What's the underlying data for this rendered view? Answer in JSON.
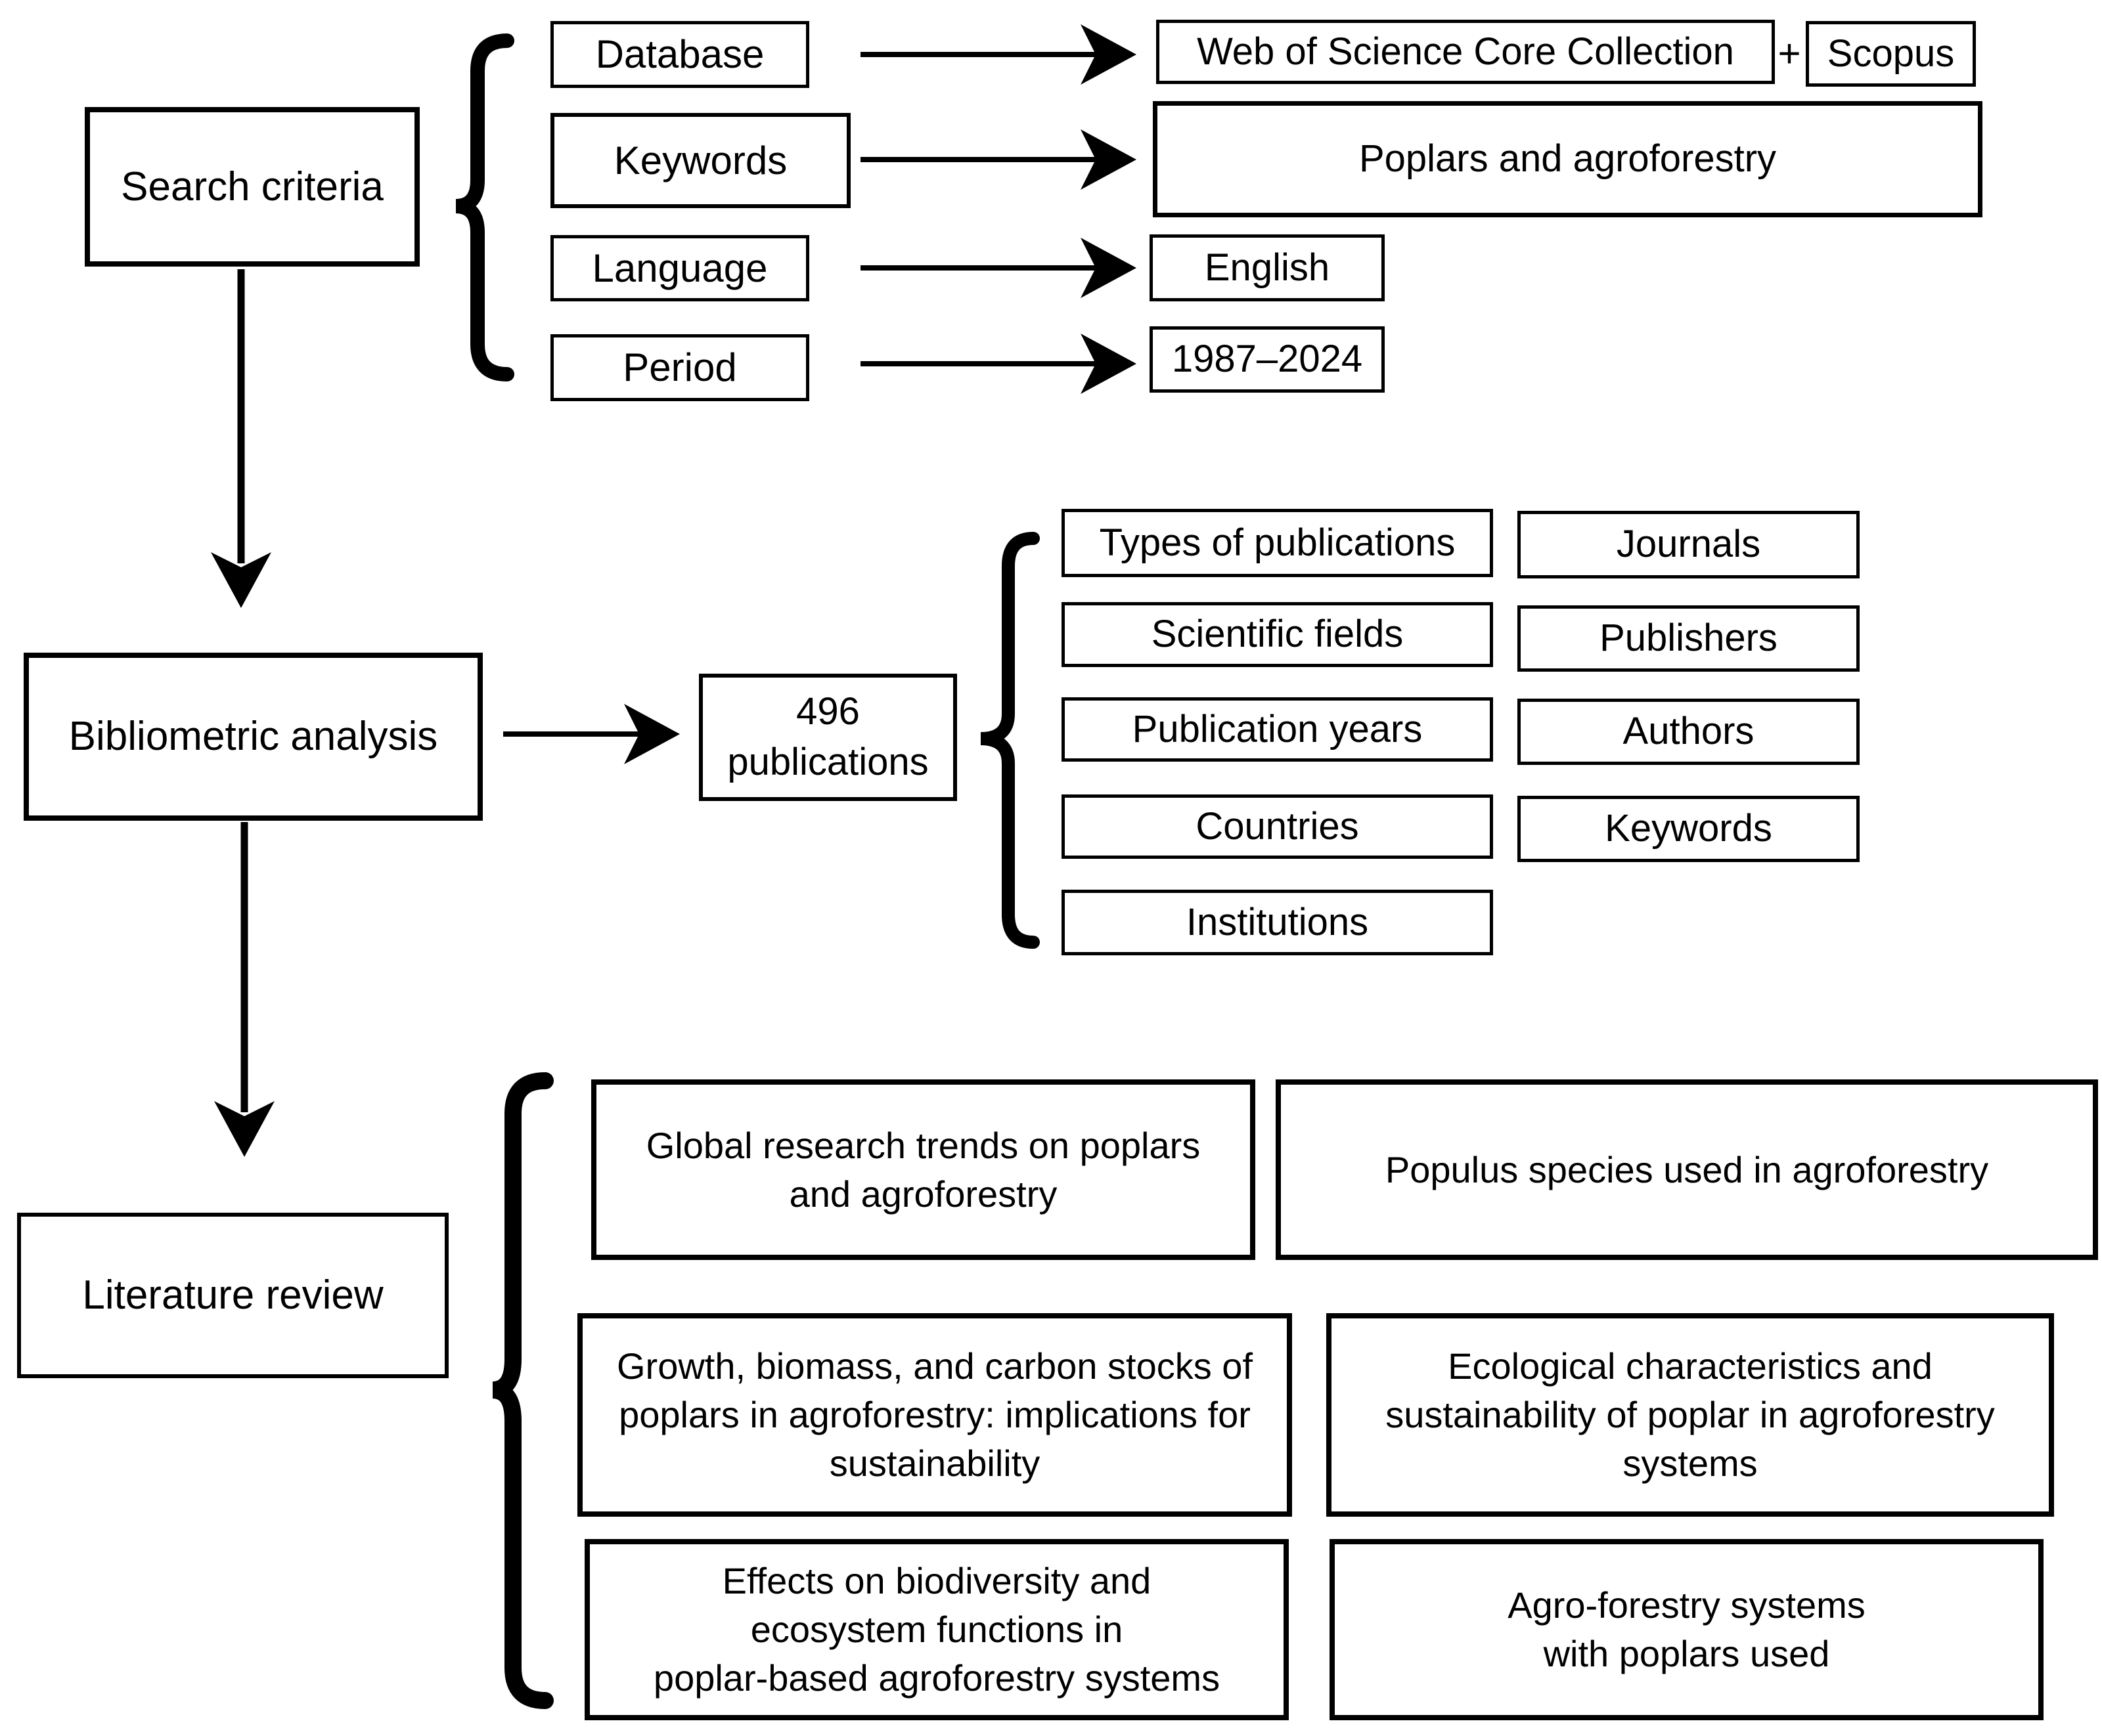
{
  "canvas": {
    "bg": "#ffffff",
    "ink": "#000000"
  },
  "figure": {
    "search_criteria": {
      "label": "Search criteria"
    },
    "criteria": [
      {
        "label": "Database",
        "value": "Web of Science Core Collection",
        "joiner": "+",
        "value2": "Scopus"
      },
      {
        "label": "Keywords",
        "value": "Poplars and agroforestry"
      },
      {
        "label": "Language",
        "value": "English"
      },
      {
        "label": "Period",
        "value": "1987–2024"
      }
    ],
    "bibliometric": {
      "label": "Bibliometric analysis",
      "result": "496\npublications",
      "aspects_left": [
        "Types of publications",
        "Scientific fields",
        "Publication years",
        "Countries",
        "Institutions"
      ],
      "aspects_right": [
        "Journals",
        "Publishers",
        "Authors",
        "Keywords"
      ]
    },
    "literature": {
      "label": "Literature review",
      "topics": [
        "Global research trends on poplars\nand agroforestry",
        "Populus species used in agroforestry",
        "Growth, biomass, and carbon stocks of\npoplars in agroforestry: implications for\nsustainability",
        "Ecological characteristics and\nsustainability of poplar in agroforestry\nsystems",
        "Effects on biodiversity and\necosystem functions in\npoplar-based agroforestry systems",
        "Agro-forestry systems\nwith poplars used"
      ]
    }
  }
}
